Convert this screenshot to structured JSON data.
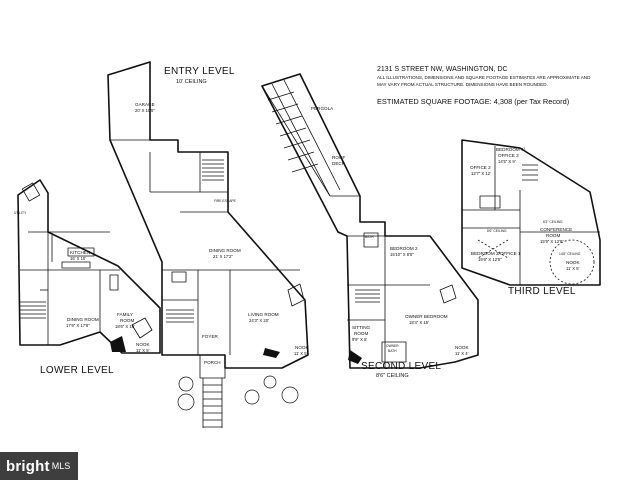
{
  "header": {
    "address": "2131 S STREET NW, WASHINGTON, DC",
    "disclaimer_line1": "ALL ILLUSTRATIONS, DIMENSIONS AND SQUARE FOOTAGE ESTIMATES ARE APPROXIMATE AND",
    "disclaimer_line2": "MAY VARY FROM ACTUAL STRUCTURE. DIMENSIONS HAVE BEEN ROUNDED.",
    "sqft": "ESTIMATED SQUARE FOOTAGE: 4,308 (per Tax Record)"
  },
  "levels": {
    "entry": {
      "title": "ENTRY LEVEL",
      "ceiling": "10' CEILING"
    },
    "lower": {
      "title": "LOWER LEVEL"
    },
    "second": {
      "title": "SECOND LEVEL",
      "ceiling": "8'6\" CEILING"
    },
    "third": {
      "title": "THIRD LEVEL"
    }
  },
  "rooms": {
    "garage": {
      "name": "GARAGE",
      "dim": "20' X 10'5\""
    },
    "fire_escape": {
      "name": "FIRE ESCAPE"
    },
    "entry_dining": {
      "name": "DINING ROOM",
      "dim": "21' X 17'2\""
    },
    "living": {
      "name": "LIVING ROOM",
      "dim": "24'3\" X 20'"
    },
    "foyer": {
      "name": "FOYER"
    },
    "porch": {
      "name": "PORCH"
    },
    "entry_nook": {
      "name": "NOOK",
      "dim": "11' X 5'"
    },
    "kitchen": {
      "name": "KITCHEN",
      "dim": "16' X 10'"
    },
    "lower_dining": {
      "name": "DINING ROOM",
      "dim": "17'6\" X 17'8\""
    },
    "family": {
      "name": "FAMILY",
      "name2": "ROOM",
      "dim": "18'6\" X 10'"
    },
    "lower_nook": {
      "name": "NOOK",
      "dim": "11' X 5'"
    },
    "utility": {
      "name": "UTILITY"
    },
    "pergola": {
      "name": "PERGOLA"
    },
    "roof_deck": {
      "name": "ROOF",
      "name2": "DECK"
    },
    "bedroom2": {
      "name": "BEDROOM 2",
      "dim": "15'10\" X 8'8\""
    },
    "bath2": {
      "name": "BATH"
    },
    "owner_bed": {
      "name": "OWNER BEDROOM",
      "dim": "18'4\" X 15'"
    },
    "sitting": {
      "name": "SITTING",
      "name2": "ROOM",
      "dim": "9'9\" X 8'"
    },
    "owner_bath": {
      "name": "OWNER",
      "name2": "BATH"
    },
    "second_nook": {
      "name": "NOOK",
      "dim": "11' X 4'"
    },
    "bedroom4": {
      "name": "BEDROOM 4/",
      "name2": "OFFICE 3",
      "dim": "14'5\" X 9'"
    },
    "office2": {
      "name": "OFFICE 2",
      "dim": "12'7\" X 12'"
    },
    "conference": {
      "name": "CONFERENCE",
      "name2": "ROOM",
      "dim": "15'9\" X 12'8\""
    },
    "bedroom3": {
      "name": "BEDROOM 3/OFFICE 1",
      "dim": "15'6\" X 12'5\""
    },
    "third_nook": {
      "name": "NOOK",
      "dim": "11' X 5'"
    },
    "ceil1": {
      "name": "8'6\" CEILING"
    },
    "ceil2": {
      "name": "8'3\" CEILING"
    },
    "ceil3": {
      "name": "14'8\" CEILING"
    }
  },
  "watermark": {
    "name": "bright",
    "mls": "MLS"
  }
}
